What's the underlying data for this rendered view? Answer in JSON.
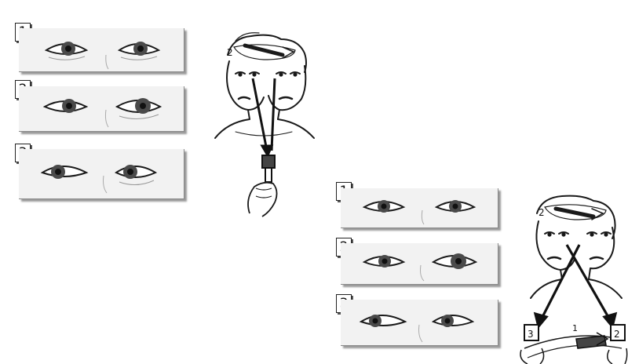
{
  "group_top": {
    "steps": [
      {
        "label": "1"
      },
      {
        "label": "2"
      },
      {
        "label": "3"
      }
    ],
    "head_marker": "2"
  },
  "group_bottom": {
    "steps": [
      {
        "label": "1"
      },
      {
        "label": "2"
      },
      {
        "label": "3"
      }
    ],
    "head_marker": "2",
    "table_marker": "1",
    "target_left": "3",
    "target_right": "2"
  },
  "colors": {
    "line": "#1a1a1a",
    "panel": "#f2f2f2",
    "iris": "#4a4a4a",
    "pupil": "#111111",
    "shade": "#555555"
  }
}
